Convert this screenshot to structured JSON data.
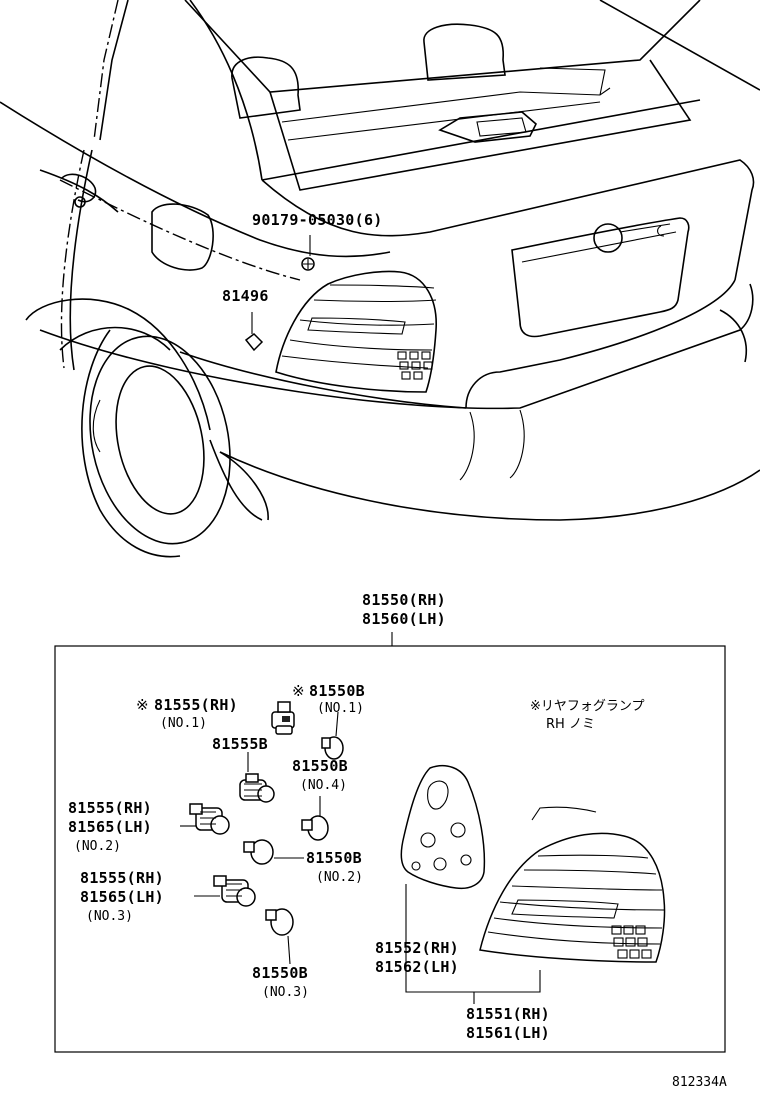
{
  "watermark": "",
  "labels": {
    "screw": "90179-05030(6)",
    "clip": "81496",
    "lamp_assy_rh": "81550(RH)",
    "lamp_assy_lh": "81560(LH)",
    "fog_socket": "81555(RH)",
    "fog_socket_no": "(NO.1)",
    "fog_bulb": "81550B",
    "fog_bulb_no": "(NO.1)",
    "socket_b": "81555B",
    "bulb_no4": "81550B",
    "bulb_no4_no": "(NO.4)",
    "socket_no2_rh": "81555(RH)",
    "socket_no2_lh": "81565(LH)",
    "socket_no2_no": "(NO.2)",
    "bulb_no2": "81550B",
    "bulb_no2_no": "(NO.2)",
    "socket_no3_rh": "81555(RH)",
    "socket_no3_lh": "81565(LH)",
    "socket_no3_no": "(NO.3)",
    "bulb_no3": "81550B",
    "bulb_no3_no": "(NO.3)",
    "gasket_rh": "81552(RH)",
    "gasket_lh": "81562(LH)",
    "lens_rh": "81551(RH)",
    "lens_lh": "81561(LH)",
    "marker": "※",
    "fog_note_line1": "※リヤフォグランプ",
    "fog_note_line2": "RH ノミ",
    "diagram_id": "812334A"
  }
}
